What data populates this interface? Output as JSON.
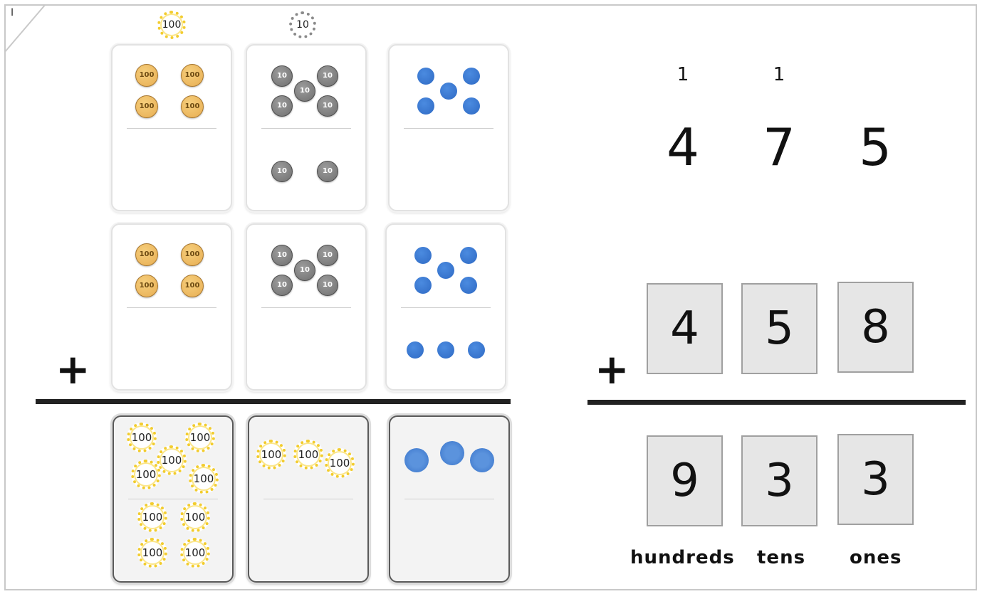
{
  "corner_label": "I",
  "header_chips": {
    "hundred": "100",
    "ten": "10"
  },
  "coin_labels": {
    "hundred": "100",
    "ten": "10"
  },
  "operator": "+",
  "carries": [
    "1",
    "1"
  ],
  "top_number": [
    "4",
    "7",
    "5"
  ],
  "addend_boxes": [
    "4",
    "5",
    "8"
  ],
  "sum_boxes": [
    "9",
    "3",
    "3"
  ],
  "place_labels": {
    "hundreds": "hundreds",
    "tens": "tens",
    "ones": "ones"
  },
  "colors": {
    "hundred_coin": "#e7ad52",
    "ten_coin": "#6f6f6f",
    "one_dot": "#2f6ac4",
    "chalk_ring": "#f2cc2e"
  },
  "model": {
    "row1": {
      "hundreds": 4,
      "tens": 7,
      "ones": 5
    },
    "row2": {
      "hundreds": 4,
      "tens": 5,
      "ones": 8
    },
    "result": {
      "hundreds_cards": 9,
      "tens_regrouped": 3,
      "ones_dots": 3
    }
  }
}
